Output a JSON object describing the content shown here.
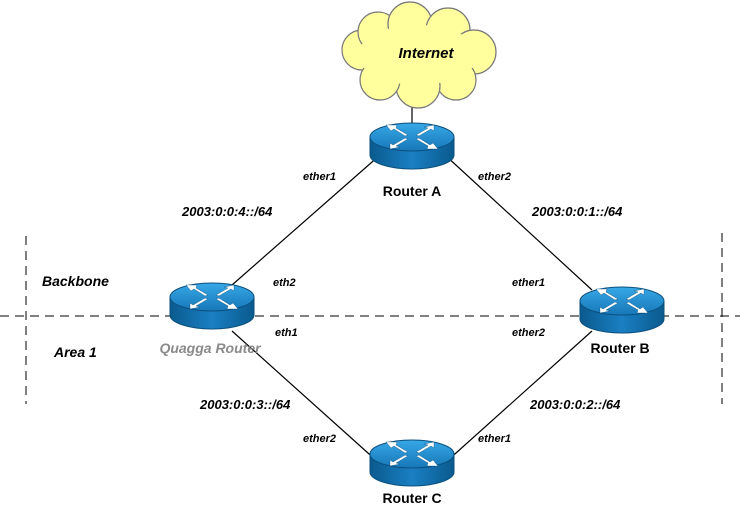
{
  "cloud": {
    "label": "Internet"
  },
  "routers": {
    "a": {
      "label": "Router A"
    },
    "b": {
      "label": "Router B"
    },
    "c": {
      "label": "Router C"
    },
    "q": {
      "label": "Quagga Router"
    }
  },
  "areas": {
    "backbone": "Backbone",
    "area1": "Area 1"
  },
  "interfaces": {
    "a_left": "ether1",
    "a_right": "ether2",
    "q_up": "eth2",
    "q_down": "eth1",
    "b_up": "ether1",
    "b_down": "ether2",
    "c_left": "ether2",
    "c_right": "ether1"
  },
  "networks": {
    "qa": "2003:0:0:4::/64",
    "ab": "2003:0:0:1::/64",
    "qc": "2003:0:0:3::/64",
    "bc": "2003:0:0:2::/64"
  },
  "colors": {
    "cloud_fill": "#ffff9e",
    "router_top": "#1f8fd0",
    "router_side": "#0d5f96"
  }
}
